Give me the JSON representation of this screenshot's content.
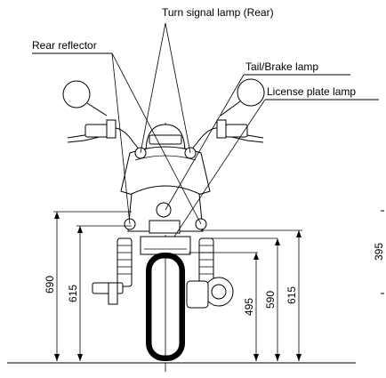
{
  "labels": {
    "turn_signal": "Turn signal lamp (Rear)",
    "rear_reflector": "Rear reflector",
    "tail_brake": "Tail/Brake lamp",
    "license_plate": "License plate lamp"
  },
  "dimensions": {
    "d690": "690",
    "d615_left": "615",
    "d495": "495",
    "d590": "590",
    "d615_right": "615",
    "d395": "395"
  }
}
